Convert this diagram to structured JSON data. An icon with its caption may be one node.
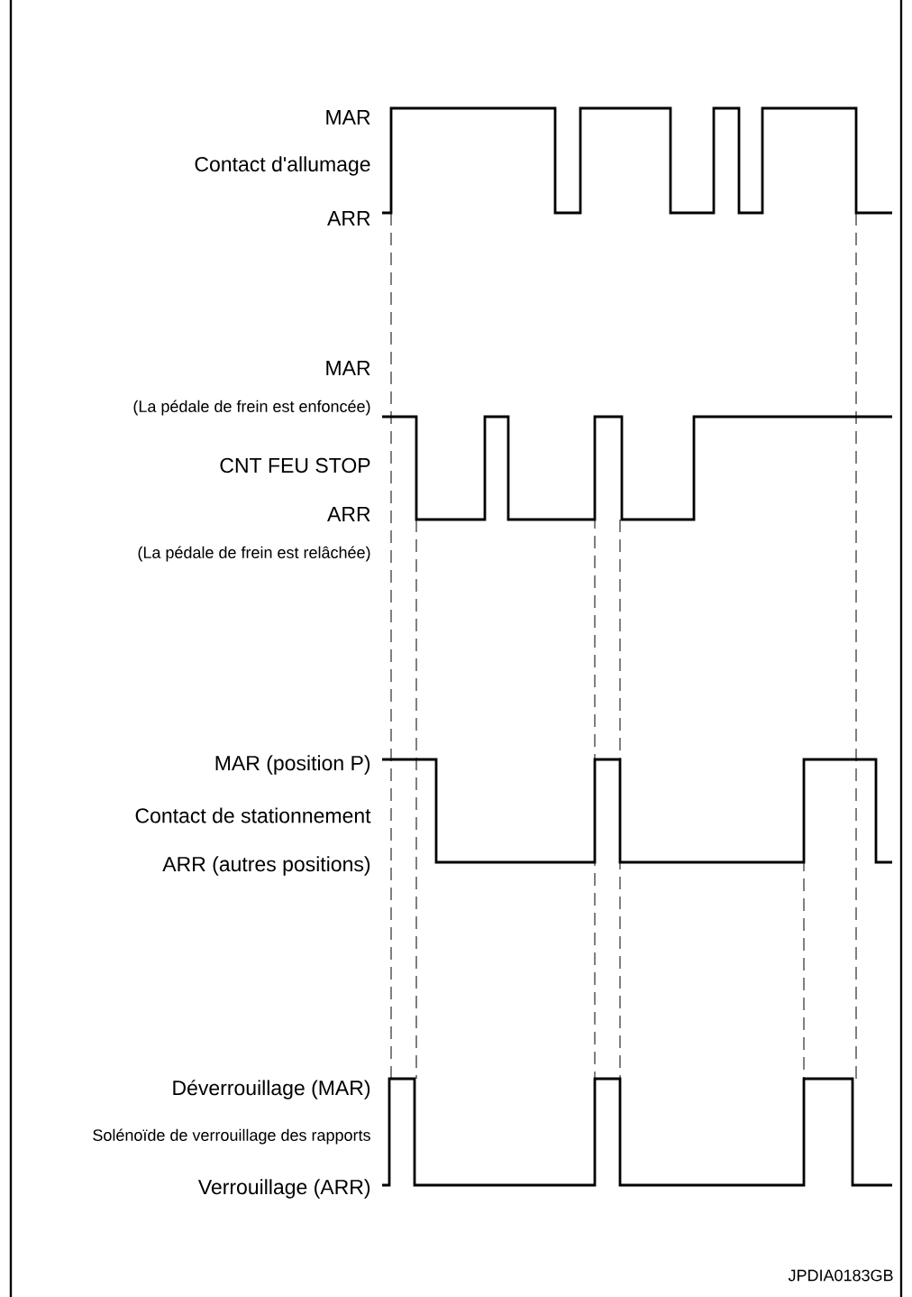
{
  "diagram": {
    "labels": [
      "MAR",
      "Contact d'allumage",
      "ARR",
      "MAR",
      "(La pédale de frein est enfoncée)",
      "CNT FEU STOP",
      "ARR",
      "(La pédale de frein est relâchée)",
      "MAR (position P)",
      "Contact de stationnement",
      "ARR (autres positions)",
      "Déverrouillage (MAR)",
      "Solénoïde de verrouillage des rapports",
      "Verrouillage (ARR)",
      "JPDIA0183GB"
    ]
  }
}
